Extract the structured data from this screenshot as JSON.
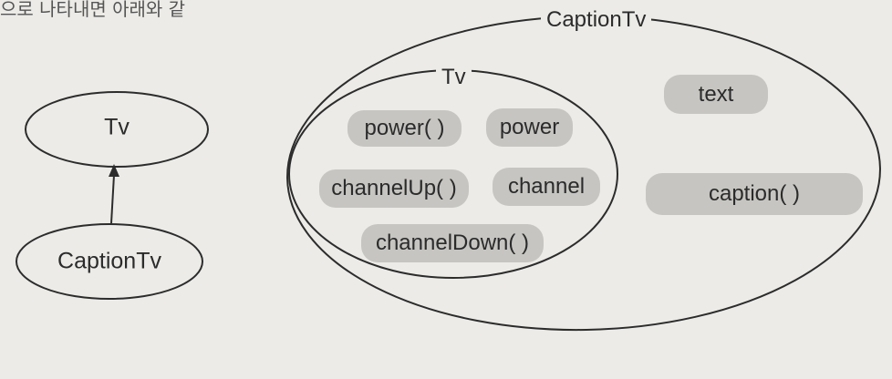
{
  "top_snippet": "으로 나타내면 아래와 같",
  "hierarchy": {
    "parent": "Tv",
    "child": "CaptionTv"
  },
  "venn": {
    "outer_label": "CaptionTv",
    "inner_label": "Tv",
    "inner_members": [
      "power( )",
      "power",
      "channelUp( )",
      "channel",
      "channelDown( )"
    ],
    "outer_members": [
      "text",
      "caption( )"
    ]
  }
}
